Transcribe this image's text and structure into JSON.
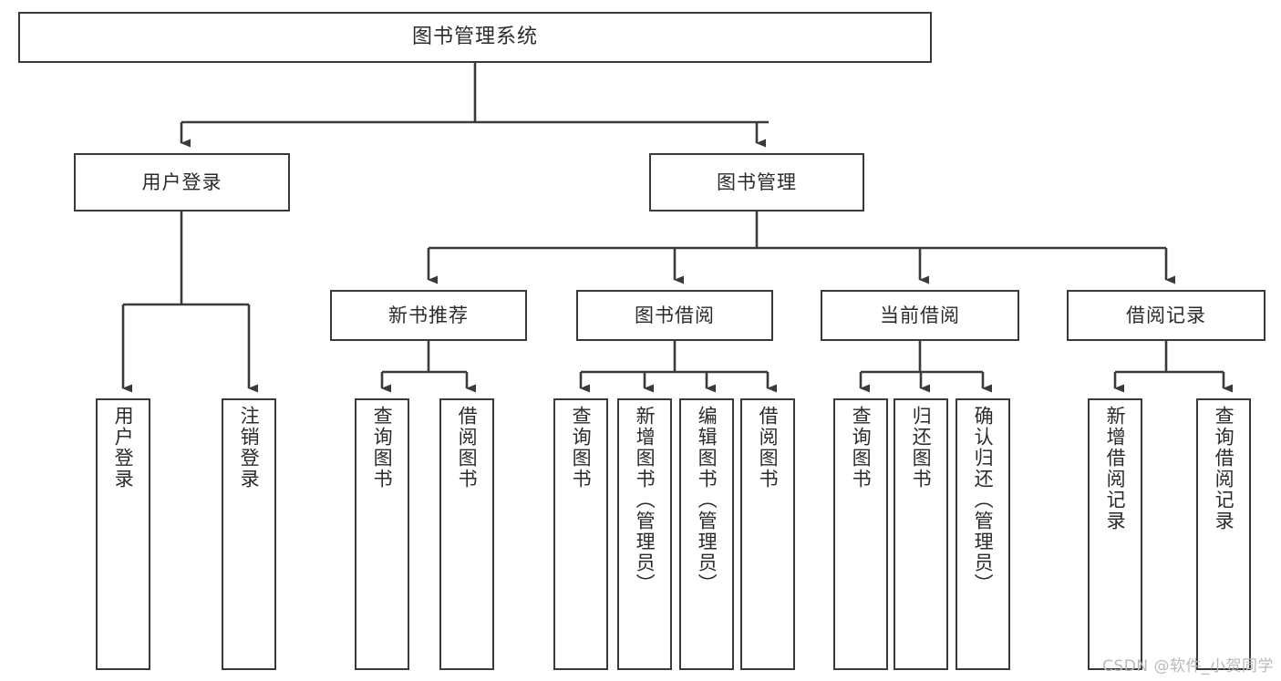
{
  "diagram": {
    "title": "图书管理系统",
    "type": "tree-functional-structure",
    "watermark": "CSDN @软件_小贺同学",
    "colors": {
      "node_border": "#3a3a3a",
      "node_fill": "#ffffff",
      "edge": "#3a3a3a",
      "text": "#2b2b2b",
      "watermark": "#b9b9b9",
      "background": "#ffffff"
    },
    "root": {
      "id": "root",
      "label": "图书管理系统"
    },
    "level2": [
      {
        "id": "n-user-login",
        "label": "用户登录"
      },
      {
        "id": "n-book-manage",
        "label": "图书管理"
      }
    ],
    "level3": [
      {
        "id": "n-new-book-rec",
        "label": "新书推荐",
        "parent": "n-book-manage"
      },
      {
        "id": "n-book-borrow",
        "label": "图书借阅",
        "parent": "n-book-manage"
      },
      {
        "id": "n-current-borrow",
        "label": "当前借阅",
        "parent": "n-book-manage"
      },
      {
        "id": "n-borrow-record",
        "label": "借阅记录",
        "parent": "n-book-manage"
      }
    ],
    "leaves": [
      {
        "id": "l-user-login",
        "label": "用户登录",
        "parent": "n-user-login"
      },
      {
        "id": "l-logout-login",
        "label": "注销登录",
        "parent": "n-user-login"
      },
      {
        "id": "l-query-book-1",
        "label": "查询图书",
        "parent": "n-new-book-rec"
      },
      {
        "id": "l-borrow-book-1",
        "label": "借阅图书",
        "parent": "n-new-book-rec"
      },
      {
        "id": "l-query-book-2",
        "label": "查询图书",
        "parent": "n-book-borrow"
      },
      {
        "id": "l-add-book",
        "label": "新增图书（管理员）",
        "parent": "n-book-borrow"
      },
      {
        "id": "l-edit-book",
        "label": "编辑图书（管理员）",
        "parent": "n-book-borrow"
      },
      {
        "id": "l-borrow-book-2",
        "label": "借阅图书",
        "parent": "n-book-borrow"
      },
      {
        "id": "l-query-book-3",
        "label": "查询图书",
        "parent": "n-current-borrow"
      },
      {
        "id": "l-return-book",
        "label": "归还图书",
        "parent": "n-current-borrow"
      },
      {
        "id": "l-confirm-return",
        "label": "确认归还（管理员）",
        "parent": "n-current-borrow"
      },
      {
        "id": "l-add-record",
        "label": "新增借阅记录",
        "parent": "n-borrow-record"
      },
      {
        "id": "l-query-record",
        "label": "查询借阅记录",
        "parent": "n-borrow-record"
      }
    ]
  }
}
